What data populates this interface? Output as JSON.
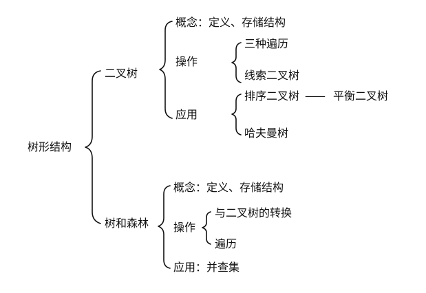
{
  "root": "树形结构",
  "binary_tree": {
    "label": "二叉树",
    "concept": "概念：定义、存储结构",
    "operation": {
      "label": "操作",
      "items": [
        "三种遍历",
        "线索二叉树"
      ]
    },
    "application": {
      "label": "应用",
      "sort_tree": "排序二叉树",
      "dash": "——",
      "balanced_tree": "平衡二叉树",
      "huffman": "哈夫曼树"
    }
  },
  "forest": {
    "label": "树和森林",
    "concept": "概念：定义、存储结构",
    "operation": {
      "label": "操作",
      "items": [
        "与二叉树的转换",
        "遍历"
      ]
    },
    "application": "应用：并查集"
  }
}
